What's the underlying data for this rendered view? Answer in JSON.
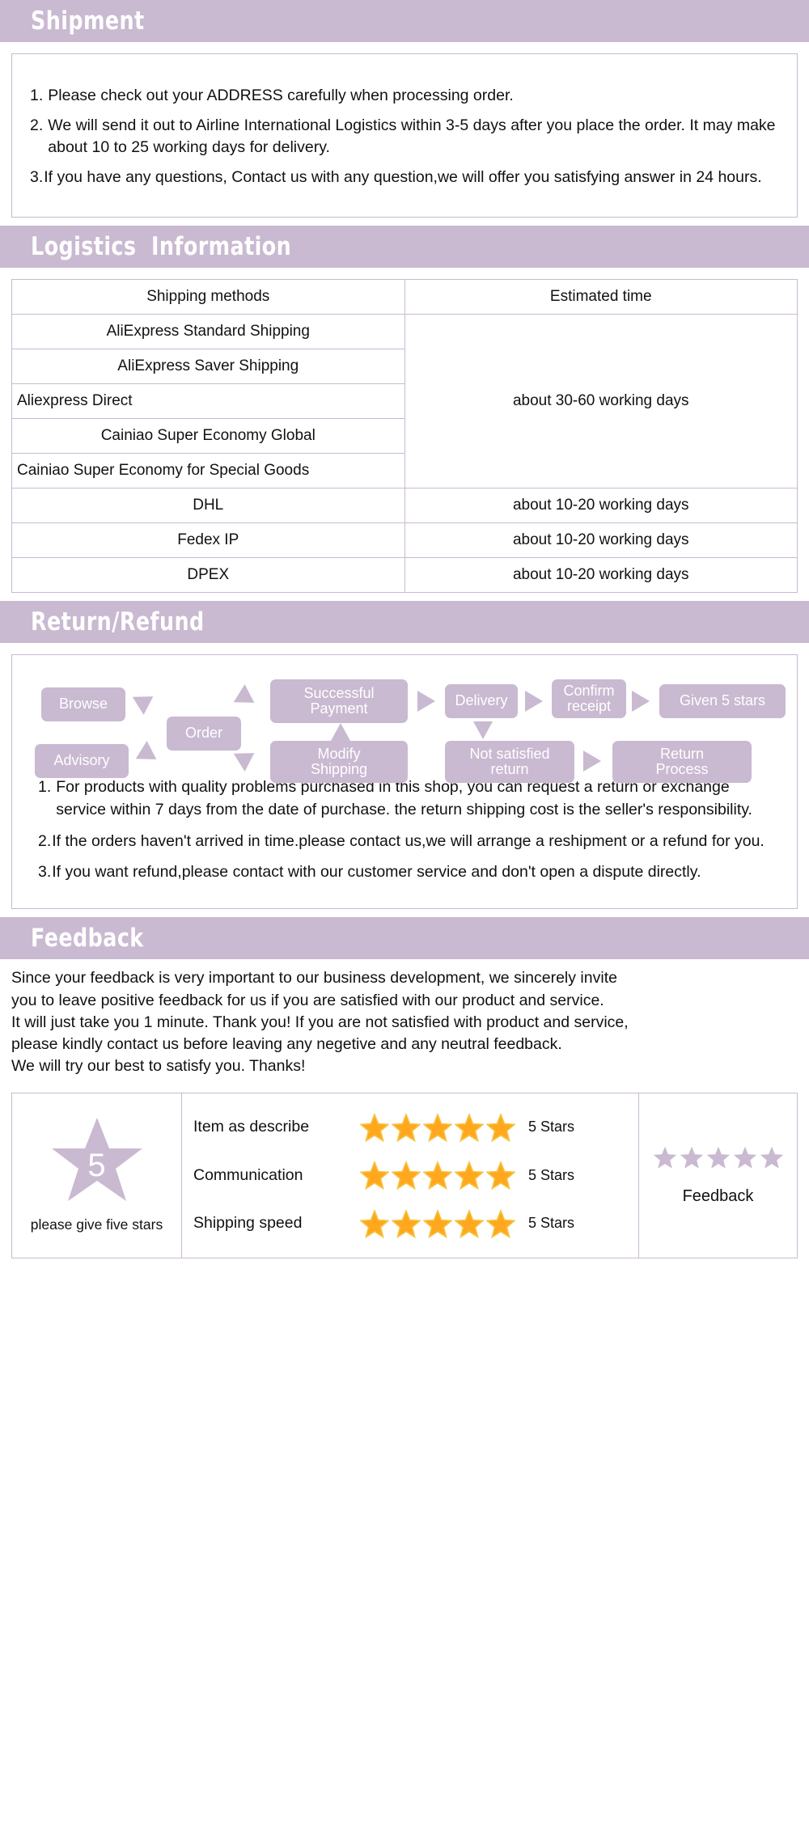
{
  "sections": {
    "shipment": {
      "banner": "Shipment",
      "items": [
        {
          "num": "1.",
          "text": "Please check out your ADDRESS carefully when processing order."
        },
        {
          "num": "2.",
          "text": "We will send it out to Airline International Logistics within 3-5 days after you place the order. It may make about 10 to 25 working days for delivery."
        },
        {
          "num": "3.",
          "text": "If you have any questions, Contact us with any question,we will offer you satisfying answer in 24 hours."
        }
      ]
    },
    "logistics": {
      "banner": "Logistics  Information",
      "headers": [
        "Shipping methods",
        "Estimated time"
      ],
      "rows": [
        {
          "method": "AliExpress Standard Shipping",
          "time": ""
        },
        {
          "method": "AliExpress Saver Shipping",
          "time": ""
        },
        {
          "method": "Aliexpress Direct",
          "time": "about 30-60 working days"
        },
        {
          "method": "Cainiao Super Economy Global",
          "time": ""
        },
        {
          "method": "Cainiao Super Economy for Special Goods",
          "time": ""
        },
        {
          "method": "DHL",
          "time": "about 10-20 working days"
        },
        {
          "method": "Fedex IP",
          "time": "about 10-20 working days"
        },
        {
          "method": "DPEX",
          "time": "about 10-20 working days"
        }
      ],
      "merged_time_label": "about 30-60 working days"
    },
    "return": {
      "banner": "Return/Refund",
      "flow": {
        "browse": "Browse",
        "advisory": "Advisory",
        "order": "Order",
        "successful_payment": "Successful\nPayment",
        "modify_shipping": "Modify\nShipping",
        "delivery": "Delivery",
        "confirm_receipt": "Confirm\nreceipt",
        "given_5_stars": "Given 5 stars",
        "not_satisfied_return": "Not satisfied\nreturn",
        "return_process": "Return\nProcess"
      },
      "items": [
        {
          "num": "1.",
          "text": "For products with quality problems purchased in this shop, you can request a return or exchange service within 7 days from the date of purchase. the return shipping cost is the seller's responsibility."
        },
        {
          "num": "2.",
          "text": "If the orders haven't arrived in time.please contact us,we will arrange a reshipment or a refund for you."
        },
        {
          "num": "3.",
          "text": "If you want refund,please contact with our customer service and don't open a dispute directly."
        }
      ]
    },
    "feedback": {
      "banner": "Feedback",
      "paragraph_lines": [
        "Since your feedback is very important to our business development, we sincerely invite",
        "you to leave positive feedback for us if you are satisfied with our product and service.",
        "It will just take you 1 minute. Thank you! If you are not satisfied with product and service,",
        "please kindly contact us before leaving any negetive and any neutral feedback.",
        "We will try our best to satisfy you. Thanks!"
      ],
      "big_star_number": "5",
      "big_star_caption": "please give five stars",
      "ratings": [
        {
          "label": "Item as describe",
          "stars": 5,
          "score": "5 Stars"
        },
        {
          "label": "Communication",
          "stars": 5,
          "score": "5 Stars"
        },
        {
          "label": "Shipping speed",
          "stars": 5,
          "score": "5 Stars"
        }
      ],
      "right_caption": "Feedback",
      "right_star_count": 5
    }
  },
  "colors": {
    "accent": "#c9b9d1",
    "star_gold": "#ffa81e",
    "star_grey": "#c9b9d1",
    "text": "#111111"
  }
}
